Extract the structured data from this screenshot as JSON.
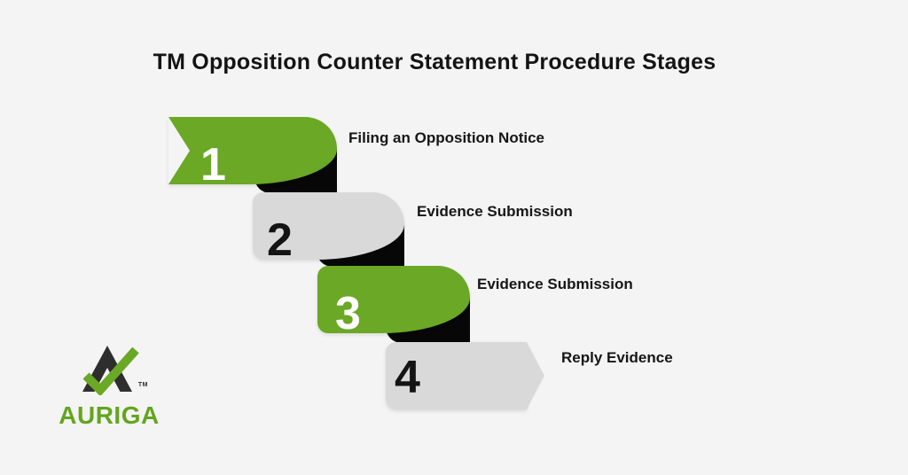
{
  "title": "TM Opposition Counter Statement Procedure Stages",
  "stages": [
    {
      "number": "1",
      "label": "Filing an Opposition Notice",
      "banner_color": "#6aa825",
      "number_color": "#ffffff"
    },
    {
      "number": "2",
      "label": "Evidence Submission",
      "banner_color": "#d9d9d9",
      "number_color": "#141414"
    },
    {
      "number": "3",
      "label": "Evidence Submission",
      "banner_color": "#6aa825",
      "number_color": "#ffffff"
    },
    {
      "number": "4",
      "label": "Reply Evidence",
      "banner_color": "#d9d9d9",
      "number_color": "#141414"
    }
  ],
  "logo": {
    "brand": "AURIGA",
    "trademark": "TM",
    "icon": "auriga-check-mark-icon",
    "brand_color": "#63a51e"
  },
  "colors": {
    "background": "#f4f4f4",
    "accent_green": "#6aa825",
    "banner_gray": "#d9d9d9",
    "fold_black": "#070707",
    "text_black": "#141414",
    "logo_dark": "#2e2e2e"
  }
}
